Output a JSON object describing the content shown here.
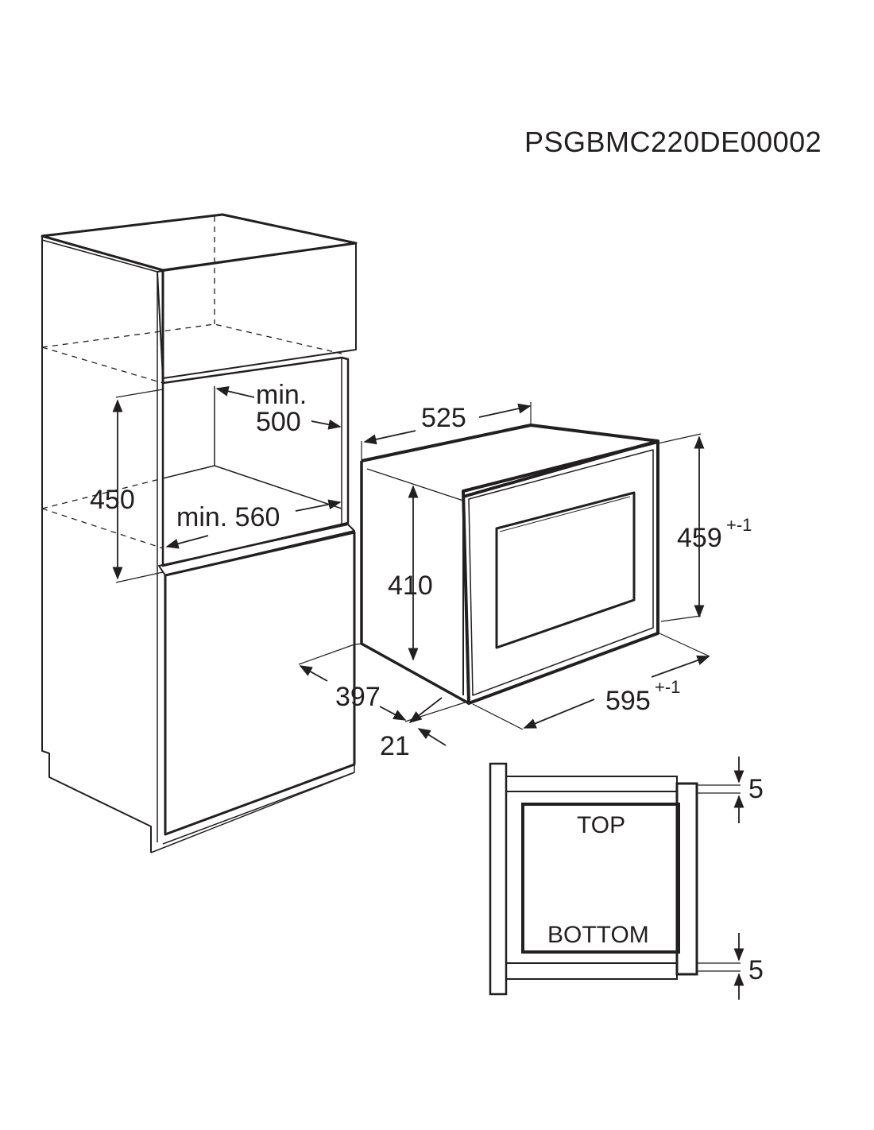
{
  "document_code": "PSGBMC220DE00002",
  "dimensions": {
    "min": "min.",
    "depth_500": "500",
    "width_560": "min. 560",
    "height_450": "450",
    "depth_525": "525",
    "height_410": "410",
    "height_459": "459",
    "height_459_tol": "+-1",
    "depth_397": "397",
    "offset_21": "21",
    "width_595": "595",
    "width_595_tol": "+-1",
    "gap_top": "5",
    "gap_bottom": "5"
  },
  "detail": {
    "top_label": "TOP",
    "bottom_label": "BOTTOM"
  }
}
